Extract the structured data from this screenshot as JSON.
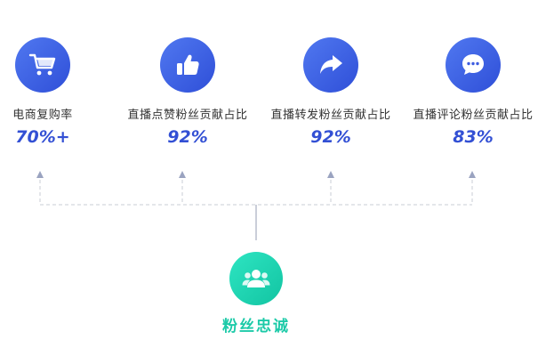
{
  "metrics": [
    {
      "label": "电商复购率",
      "value": "70%+",
      "icon": "shopping-cart-icon"
    },
    {
      "label": "直播点赞粉丝贡献占比",
      "value": "92%",
      "icon": "thumbs-up-icon"
    },
    {
      "label": "直播转发粉丝贡献占比",
      "value": "92%",
      "icon": "share-arrow-icon"
    },
    {
      "label": "直播评论粉丝贡献占比",
      "value": "83%",
      "icon": "comment-bubble-icon"
    }
  ],
  "center": {
    "label": "粉丝忠诚",
    "icon": "users-group-icon"
  },
  "colors": {
    "primary": "#3350d4",
    "accent": "#1ccaa8",
    "connector": "#c8ccd6",
    "arrow": "#9aa3c0"
  }
}
